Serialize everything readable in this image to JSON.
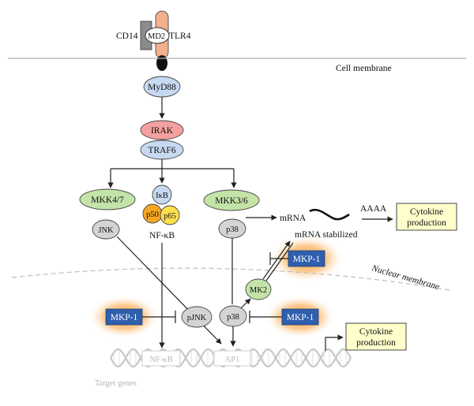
{
  "receptor": {
    "cd14": "CD14",
    "md2": "MD2",
    "tlr4": "TLR4"
  },
  "membranes": {
    "cell": "Cell membrane",
    "nuclear": "Nuclear membrane"
  },
  "nodes": {
    "myd88": "MyD88",
    "irak": "IRAK",
    "traf6": "TRAF6",
    "mkk47": "MKK4/7",
    "ikb": "IκB",
    "p50": "p50",
    "p65": "p65",
    "nfkb_label": "NF-κB",
    "mkk36": "MKK3/6",
    "jnk": "JNK",
    "p38_cyto": "p38",
    "pjnk": "pJNK",
    "p38_nuc": "p38",
    "mk2": "MK2"
  },
  "mrna": {
    "label": "mRNA",
    "polya": "AAAA",
    "stabilized": "mRNA stabilized"
  },
  "mkp": {
    "label": "MKP-1"
  },
  "outputs": {
    "cytokine_line1": "Cytokine",
    "cytokine_line2": "production"
  },
  "dna": {
    "nfkb": "NF-κB",
    "ap1": "AP1",
    "target_genes": "Target genes"
  },
  "colors": {
    "blue_node": "#c6d9f1",
    "red_node": "#f4a0a0",
    "green_node": "#c3e3a9",
    "grey_node": "#d4d4d4",
    "p50": "#f5a623",
    "p65": "#ffe14d",
    "mkp_box": "#2f5fad",
    "mkp_glow": "#f7931e",
    "cytokine_box": "#ffffcc"
  }
}
